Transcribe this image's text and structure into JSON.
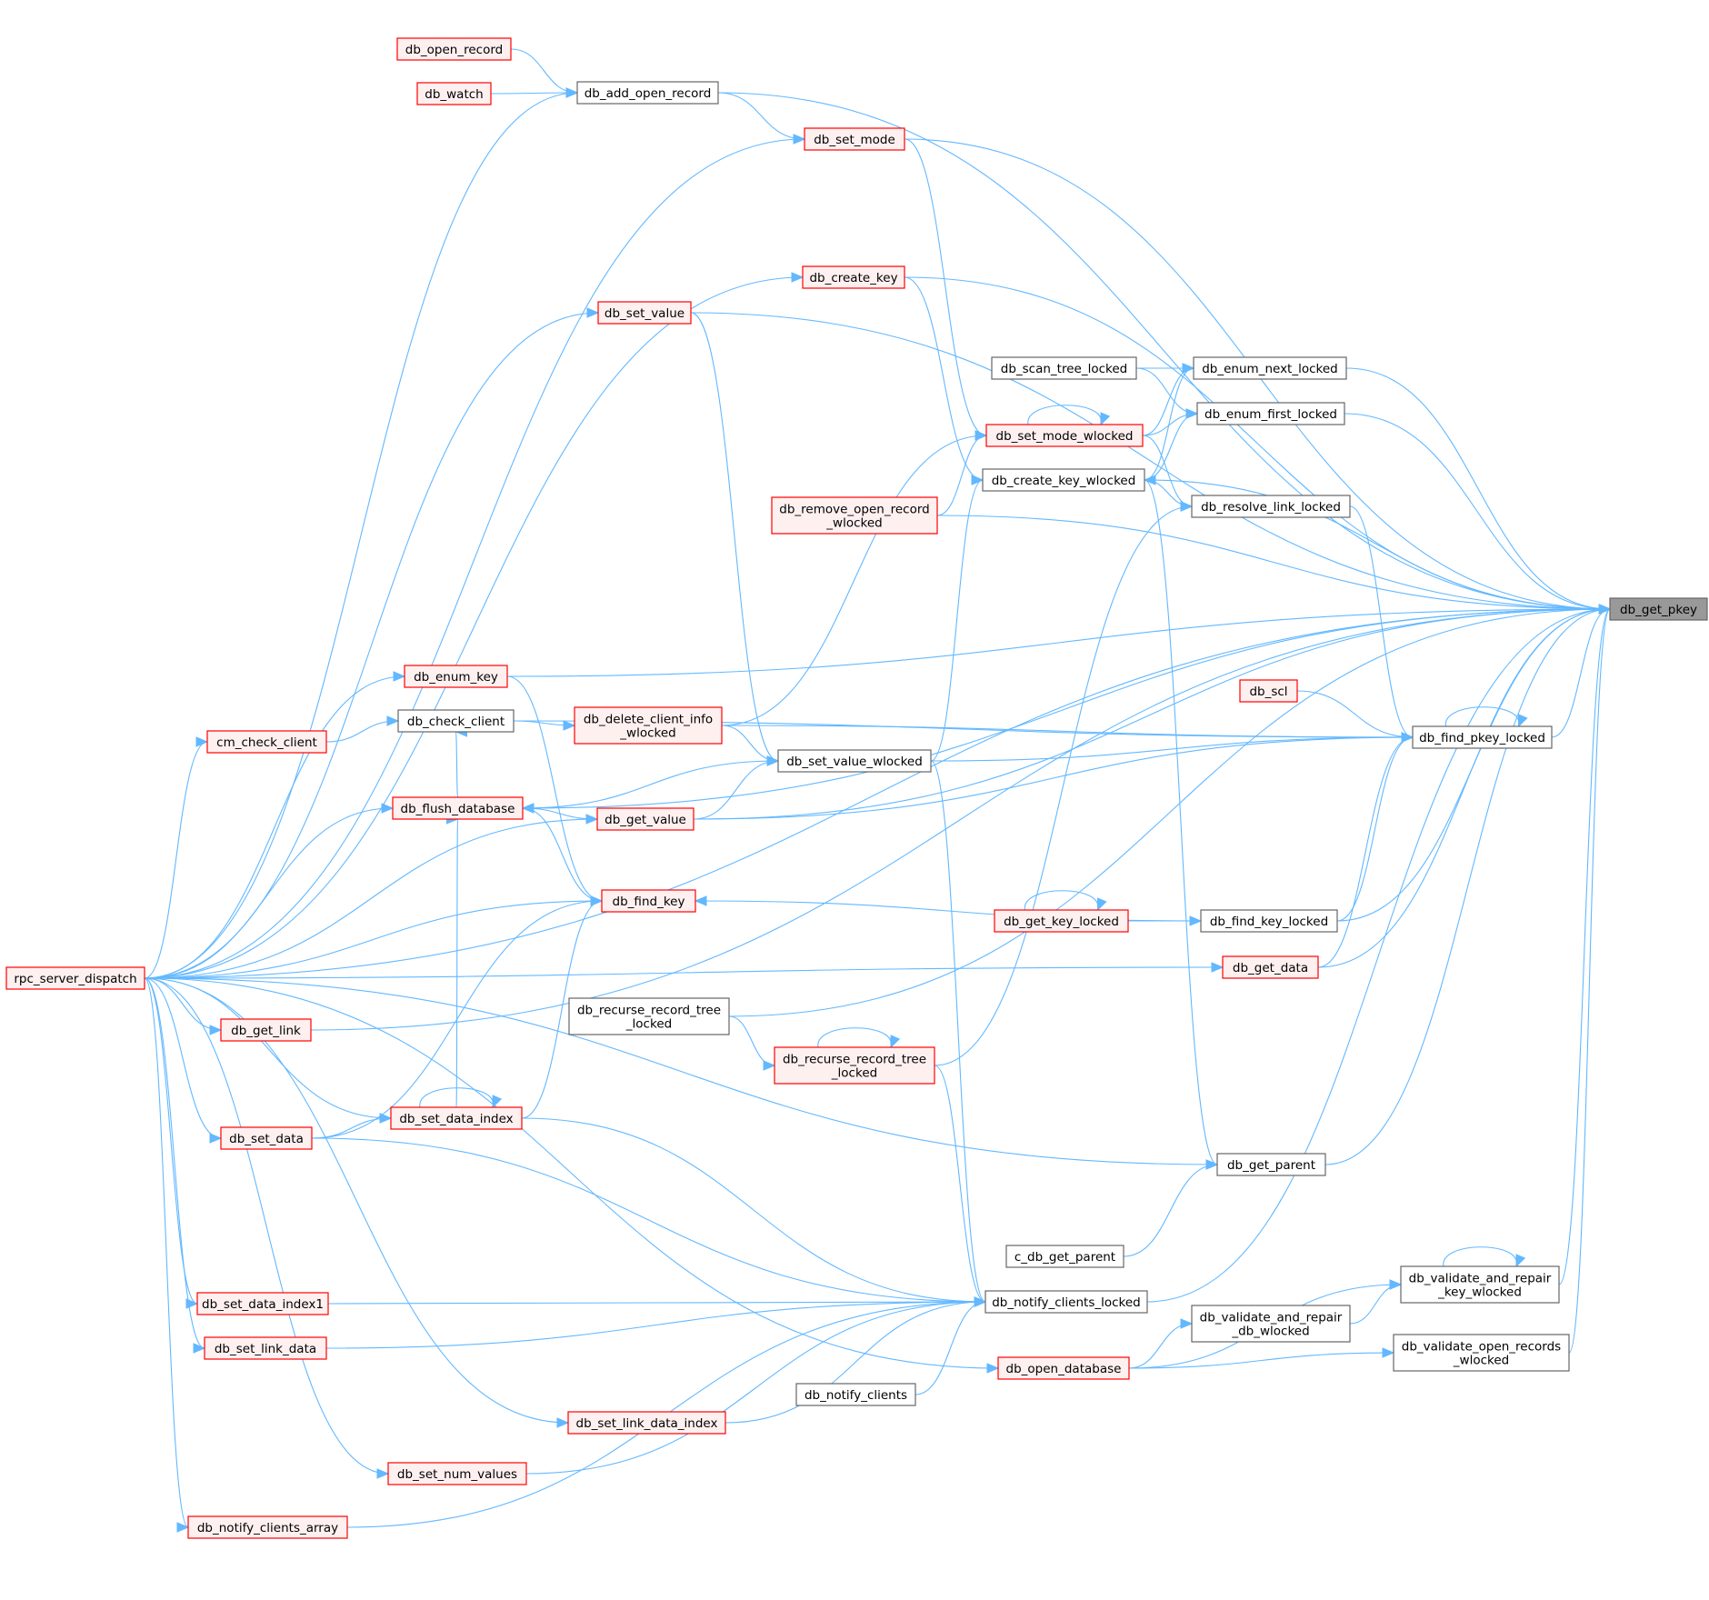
{
  "palette": {
    "edge": "#63b8ff",
    "red_border": "#ff0000",
    "red_fill": "#fff0f0",
    "gray_border": "#666666",
    "white_fill": "#ffffff",
    "focus_fill": "#999999"
  },
  "nodes": [
    {
      "id": "db_get_pkey",
      "lines": [
        "db_get_pkey"
      ],
      "style": "focus"
    },
    {
      "id": "db_open_record",
      "lines": [
        "db_open_record"
      ],
      "style": "red"
    },
    {
      "id": "db_watch",
      "lines": [
        "db_watch"
      ],
      "style": "red"
    },
    {
      "id": "db_add_open_record",
      "lines": [
        "db_add_open_record"
      ],
      "style": "gray"
    },
    {
      "id": "db_set_mode",
      "lines": [
        "db_set_mode"
      ],
      "style": "red"
    },
    {
      "id": "db_create_key",
      "lines": [
        "db_create_key"
      ],
      "style": "red"
    },
    {
      "id": "db_set_value",
      "lines": [
        "db_set_value"
      ],
      "style": "red"
    },
    {
      "id": "db_scan_tree_locked",
      "lines": [
        "db_scan_tree_locked"
      ],
      "style": "gray"
    },
    {
      "id": "db_enum_next_locked",
      "lines": [
        "db_enum_next_locked"
      ],
      "style": "gray"
    },
    {
      "id": "db_enum_first_locked",
      "lines": [
        "db_enum_first_locked"
      ],
      "style": "gray"
    },
    {
      "id": "db_set_mode_wlocked",
      "lines": [
        "db_set_mode_wlocked"
      ],
      "style": "red"
    },
    {
      "id": "db_create_key_wlocked",
      "lines": [
        "db_create_key_wlocked"
      ],
      "style": "gray"
    },
    {
      "id": "db_resolve_link_locked",
      "lines": [
        "db_resolve_link_locked"
      ],
      "style": "gray"
    },
    {
      "id": "db_remove_open_record_wlocked",
      "lines": [
        "db_remove_open_record",
        "_wlocked"
      ],
      "style": "red"
    },
    {
      "id": "db_enum_key",
      "lines": [
        "db_enum_key"
      ],
      "style": "red"
    },
    {
      "id": "db_scl",
      "lines": [
        "db_scl"
      ],
      "style": "red"
    },
    {
      "id": "db_check_client",
      "lines": [
        "db_check_client"
      ],
      "style": "gray"
    },
    {
      "id": "db_delete_client_info_wlocked",
      "lines": [
        "db_delete_client_info",
        "_wlocked"
      ],
      "style": "red"
    },
    {
      "id": "cm_check_client",
      "lines": [
        "cm_check_client"
      ],
      "style": "red"
    },
    {
      "id": "db_find_pkey_locked",
      "lines": [
        "db_find_pkey_locked"
      ],
      "style": "gray"
    },
    {
      "id": "db_set_value_wlocked",
      "lines": [
        "db_set_value_wlocked"
      ],
      "style": "gray"
    },
    {
      "id": "db_flush_database",
      "lines": [
        "db_flush_database"
      ],
      "style": "red"
    },
    {
      "id": "db_get_value",
      "lines": [
        "db_get_value"
      ],
      "style": "red"
    },
    {
      "id": "db_find_key",
      "lines": [
        "db_find_key"
      ],
      "style": "red"
    },
    {
      "id": "db_get_key_locked",
      "lines": [
        "db_get_key_locked"
      ],
      "style": "red"
    },
    {
      "id": "db_find_key_locked",
      "lines": [
        "db_find_key_locked"
      ],
      "style": "gray"
    },
    {
      "id": "rpc_server_dispatch",
      "lines": [
        "rpc_server_dispatch"
      ],
      "style": "red"
    },
    {
      "id": "db_get_data",
      "lines": [
        "db_get_data"
      ],
      "style": "red"
    },
    {
      "id": "db_recurse_record_tree_locked_a",
      "lines": [
        "db_recurse_record_tree",
        "_locked"
      ],
      "style": "gray"
    },
    {
      "id": "db_get_link",
      "lines": [
        "db_get_link"
      ],
      "style": "red"
    },
    {
      "id": "db_recurse_record_tree_locked_b",
      "lines": [
        "db_recurse_record_tree",
        "_locked"
      ],
      "style": "red"
    },
    {
      "id": "db_set_data_index",
      "lines": [
        "db_set_data_index"
      ],
      "style": "red"
    },
    {
      "id": "db_set_data",
      "lines": [
        "db_set_data"
      ],
      "style": "red"
    },
    {
      "id": "db_get_parent",
      "lines": [
        "db_get_parent"
      ],
      "style": "gray"
    },
    {
      "id": "c_db_get_parent",
      "lines": [
        "c_db_get_parent"
      ],
      "style": "gray"
    },
    {
      "id": "db_validate_and_repair_key_wlocked",
      "lines": [
        "db_validate_and_repair",
        "_key_wlocked"
      ],
      "style": "gray"
    },
    {
      "id": "db_set_data_index1",
      "lines": [
        "db_set_data_index1"
      ],
      "style": "red"
    },
    {
      "id": "db_notify_clients_locked",
      "lines": [
        "db_notify_clients_locked"
      ],
      "style": "gray"
    },
    {
      "id": "db_validate_and_repair_db_wlocked",
      "lines": [
        "db_validate_and_repair",
        "_db_wlocked"
      ],
      "style": "gray"
    },
    {
      "id": "db_set_link_data",
      "lines": [
        "db_set_link_data"
      ],
      "style": "red"
    },
    {
      "id": "db_validate_open_records_wlocked",
      "lines": [
        "db_validate_open_records",
        "_wlocked"
      ],
      "style": "gray"
    },
    {
      "id": "db_open_database",
      "lines": [
        "db_open_database"
      ],
      "style": "red"
    },
    {
      "id": "db_notify_clients",
      "lines": [
        "db_notify_clients"
      ],
      "style": "gray"
    },
    {
      "id": "db_set_link_data_index",
      "lines": [
        "db_set_link_data_index"
      ],
      "style": "red"
    },
    {
      "id": "db_set_num_values",
      "lines": [
        "db_set_num_values"
      ],
      "style": "red"
    },
    {
      "id": "db_notify_clients_array",
      "lines": [
        "db_notify_clients_array"
      ],
      "style": "red"
    }
  ],
  "edges": [
    [
      "db_add_open_record",
      "db_get_pkey"
    ],
    [
      "db_set_mode",
      "db_get_pkey"
    ],
    [
      "db_enum_key",
      "db_get_pkey"
    ],
    [
      "db_set_value",
      "db_get_pkey"
    ],
    [
      "db_create_key",
      "db_get_pkey"
    ],
    [
      "db_flush_database",
      "db_get_pkey"
    ],
    [
      "db_enum_next_locked",
      "db_get_pkey"
    ],
    [
      "db_enum_first_locked",
      "db_get_pkey"
    ],
    [
      "db_create_key_wlocked",
      "db_get_pkey"
    ],
    [
      "db_remove_open_record_wlocked",
      "db_get_pkey"
    ],
    [
      "rpc_server_dispatch",
      "db_get_pkey"
    ],
    [
      "db_find_pkey_locked",
      "db_get_pkey"
    ],
    [
      "db_get_value",
      "db_get_pkey"
    ],
    [
      "db_find_key_locked",
      "db_get_pkey"
    ],
    [
      "db_get_data",
      "db_get_pkey"
    ],
    [
      "db_recurse_record_tree_locked_a",
      "db_get_pkey"
    ],
    [
      "db_get_link",
      "db_get_pkey"
    ],
    [
      "db_get_parent",
      "db_get_pkey"
    ],
    [
      "db_notify_clients_locked",
      "db_get_pkey"
    ],
    [
      "db_validate_and_repair_key_wlocked",
      "db_get_pkey"
    ],
    [
      "db_validate_open_records_wlocked",
      "db_get_pkey"
    ],
    [
      "db_open_record",
      "db_add_open_record"
    ],
    [
      "db_watch",
      "db_add_open_record"
    ],
    [
      "rpc_server_dispatch",
      "db_add_open_record"
    ],
    [
      "db_add_open_record",
      "db_set_mode"
    ],
    [
      "rpc_server_dispatch",
      "db_set_mode"
    ],
    [
      "rpc_server_dispatch",
      "db_create_key"
    ],
    [
      "rpc_server_dispatch",
      "db_set_value"
    ],
    [
      "db_scan_tree_locked",
      "db_enum_next_locked"
    ],
    [
      "db_set_mode_wlocked",
      "db_enum_next_locked"
    ],
    [
      "db_create_key_wlocked",
      "db_enum_next_locked"
    ],
    [
      "db_scan_tree_locked",
      "db_enum_first_locked"
    ],
    [
      "db_set_mode_wlocked",
      "db_enum_first_locked"
    ],
    [
      "db_create_key_wlocked",
      "db_enum_first_locked"
    ],
    [
      "db_set_mode",
      "db_set_mode_wlocked"
    ],
    [
      "db_set_mode_wlocked",
      "db_set_mode_wlocked"
    ],
    [
      "db_remove_open_record_wlocked",
      "db_set_mode_wlocked"
    ],
    [
      "db_delete_client_info_wlocked",
      "db_set_mode_wlocked"
    ],
    [
      "db_create_key",
      "db_create_key_wlocked"
    ],
    [
      "db_set_value_wlocked",
      "db_create_key_wlocked"
    ],
    [
      "db_get_parent",
      "db_create_key_wlocked"
    ],
    [
      "db_set_mode_wlocked",
      "db_resolve_link_locked"
    ],
    [
      "db_create_key_wlocked",
      "db_resolve_link_locked"
    ],
    [
      "db_recurse_record_tree_locked_b",
      "db_resolve_link_locked"
    ],
    [
      "rpc_server_dispatch",
      "db_enum_key"
    ],
    [
      "db_check_client",
      "db_delete_client_info_wlocked"
    ],
    [
      "cm_check_client",
      "db_check_client"
    ],
    [
      "db_flush_database",
      "db_check_client"
    ],
    [
      "rpc_server_dispatch",
      "cm_check_client"
    ],
    [
      "db_resolve_link_locked",
      "db_find_pkey_locked"
    ],
    [
      "db_scl",
      "db_find_pkey_locked"
    ],
    [
      "db_delete_client_info_wlocked",
      "db_find_pkey_locked"
    ],
    [
      "db_set_value_wlocked",
      "db_find_pkey_locked"
    ],
    [
      "db_get_value",
      "db_find_pkey_locked"
    ],
    [
      "db_find_key_locked",
      "db_find_pkey_locked"
    ],
    [
      "db_get_data",
      "db_find_pkey_locked"
    ],
    [
      "db_find_pkey_locked",
      "db_find_pkey_locked"
    ],
    [
      "db_check_client",
      "db_find_pkey_locked"
    ],
    [
      "db_set_value",
      "db_set_value_wlocked"
    ],
    [
      "db_delete_client_info_wlocked",
      "db_set_value_wlocked"
    ],
    [
      "db_flush_database",
      "db_set_value_wlocked"
    ],
    [
      "db_get_value",
      "db_set_value_wlocked"
    ],
    [
      "rpc_server_dispatch",
      "db_flush_database"
    ],
    [
      "db_get_value",
      "db_flush_database"
    ],
    [
      "db_find_key",
      "db_flush_database"
    ],
    [
      "rpc_server_dispatch",
      "db_get_value"
    ],
    [
      "rpc_server_dispatch",
      "db_find_key"
    ],
    [
      "db_enum_key",
      "db_find_key"
    ],
    [
      "db_find_key_locked",
      "db_find_key"
    ],
    [
      "db_set_data_index",
      "db_find_key"
    ],
    [
      "db_set_data",
      "db_find_key"
    ],
    [
      "db_get_key_locked",
      "db_get_key_locked"
    ],
    [
      "db_get_key_locked",
      "db_find_key_locked"
    ],
    [
      "rpc_server_dispatch",
      "db_get_data"
    ],
    [
      "db_recurse_record_tree_locked_a",
      "db_recurse_record_tree_locked_b"
    ],
    [
      "db_recurse_record_tree_locked_b",
      "db_recurse_record_tree_locked_b"
    ],
    [
      "rpc_server_dispatch",
      "db_get_link"
    ],
    [
      "rpc_server_dispatch",
      "db_set_data_index"
    ],
    [
      "db_set_data_index",
      "db_set_data_index"
    ],
    [
      "db_set_data",
      "db_set_data_index"
    ],
    [
      "db_set_data_index",
      "db_flush_database"
    ],
    [
      "rpc_server_dispatch",
      "db_set_data"
    ],
    [
      "rpc_server_dispatch",
      "db_get_parent"
    ],
    [
      "c_db_get_parent",
      "db_get_parent"
    ],
    [
      "db_validate_and_repair_key_wlocked",
      "db_validate_and_repair_key_wlocked"
    ],
    [
      "db_open_database",
      "db_validate_and_repair_key_wlocked"
    ],
    [
      "db_validate_and_repair_db_wlocked",
      "db_validate_and_repair_key_wlocked"
    ],
    [
      "rpc_server_dispatch",
      "db_set_data_index1"
    ],
    [
      "db_set_data_index1",
      "db_notify_clients_locked"
    ],
    [
      "db_set_link_data",
      "db_notify_clients_locked"
    ],
    [
      "db_notify_clients",
      "db_notify_clients_locked"
    ],
    [
      "db_set_link_data_index",
      "db_notify_clients_locked"
    ],
    [
      "db_set_num_values",
      "db_notify_clients_locked"
    ],
    [
      "db_notify_clients_array",
      "db_notify_clients_locked"
    ],
    [
      "db_set_data",
      "db_notify_clients_locked"
    ],
    [
      "db_set_data_index",
      "db_notify_clients_locked"
    ],
    [
      "db_set_value_wlocked",
      "db_notify_clients_locked"
    ],
    [
      "db_recurse_record_tree_locked_b",
      "db_notify_clients_locked"
    ],
    [
      "db_open_database",
      "db_validate_and_repair_db_wlocked"
    ],
    [
      "rpc_server_dispatch",
      "db_set_link_data"
    ],
    [
      "db_open_database",
      "db_validate_open_records_wlocked"
    ],
    [
      "rpc_server_dispatch",
      "db_open_database"
    ],
    [
      "rpc_server_dispatch",
      "db_set_link_data_index"
    ],
    [
      "rpc_server_dispatch",
      "db_set_num_values"
    ],
    [
      "rpc_server_dispatch",
      "db_notify_clients_array"
    ]
  ]
}
